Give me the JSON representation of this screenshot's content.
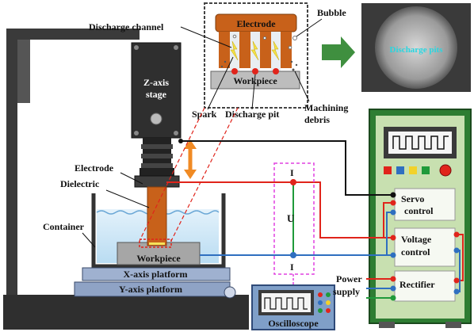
{
  "labels": {
    "discharge_channel": "Discharge channel",
    "electrode_top": "Electrode",
    "bubble": "Bubble",
    "workpiece_inset": "Workpiece",
    "spark": "Spark",
    "discharge_pit": "Discharge pit",
    "machining_debris_1": "Machining",
    "machining_debris_2": "debris",
    "discharge_pits_photo": "Discharge pits",
    "zaxis_1": "Z-axis",
    "zaxis_2": "stage",
    "electrode_side": "Electrode",
    "dielectric": "Dielectric",
    "container": "Container",
    "workpiece_main": "Workpiece",
    "x_platform": "X-axis platform",
    "y_platform": "Y-axis platform",
    "current_top": "I",
    "voltage": "U",
    "current_bottom": "I",
    "oscilloscope": "Oscilloscope",
    "power_supply_1": "Power",
    "power_supply_2": "supply",
    "servo_1": "Servo",
    "servo_2": "control",
    "voltage_ctrl_1": "Voltage",
    "voltage_ctrl_2": "control",
    "rectifier": "Rectifier"
  },
  "colors": {
    "electrode": "#c8611a",
    "frame": "#3a3a3a",
    "cabinet": "#2e7d32",
    "cabinet_face": "#c8e0b0",
    "dielectric": "#cfe6f5",
    "platform": "#9fb1d0",
    "wire_red": "#e0241b",
    "wire_blue": "#2f6fc0",
    "wire_green": "#1f9a3a",
    "dashed_magenta": "#e040e0",
    "photo_label": "#28d6e0"
  },
  "icons": {
    "arrow_zoom": "green-right-arrow-icon",
    "double_arrow": "orange-double-arrow-icon",
    "screw": "screw-icon"
  }
}
